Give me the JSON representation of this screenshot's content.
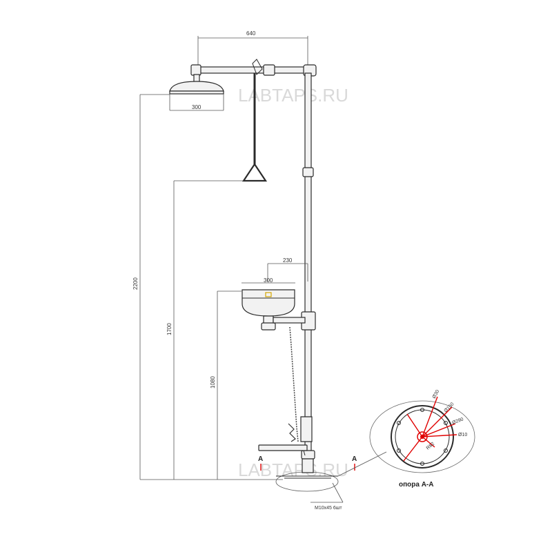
{
  "watermark": "LABTAPS.RU",
  "dimensions": {
    "arm_length": "640",
    "shower_head_width": "300",
    "total_height": "2200",
    "pull_handle_height": "1700",
    "bowl_arm": "230",
    "bowl_width": "300",
    "bowl_height": "1080"
  },
  "section": {
    "marker": "A",
    "title": "опора А-А",
    "diameters": [
      "Ø30",
      "Ø150",
      "Ø290",
      "Ø10",
      "R82"
    ]
  },
  "bolt_note": "M10x45 6шт"
}
